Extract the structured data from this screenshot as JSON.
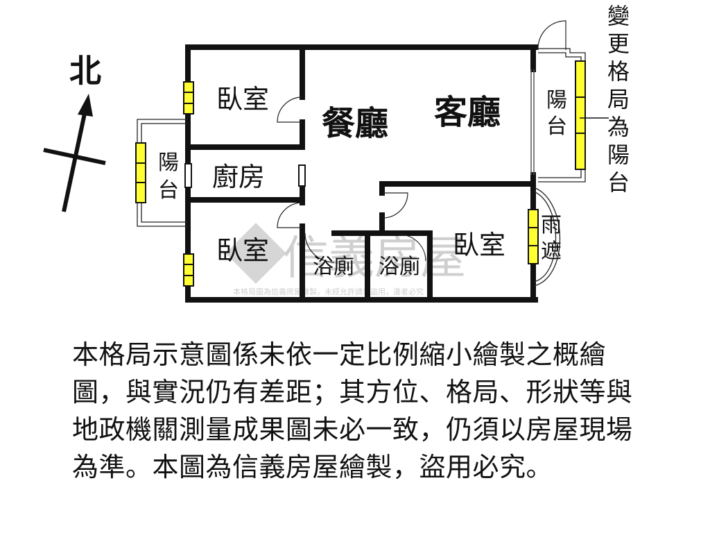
{
  "compass": {
    "north_label": "北"
  },
  "rooms": {
    "bedroom_nw": "臥室",
    "dining": "餐廳",
    "living": "客廳",
    "balcony_east": [
      "陽",
      "台"
    ],
    "balcony_west": [
      "陽",
      "台"
    ],
    "kitchen": "廚房",
    "bedroom_sw": "臥室",
    "bath_1": "浴廁",
    "bath_2": "浴廁",
    "bedroom_se": "臥室",
    "rain_shelter": [
      "雨",
      "遮"
    ]
  },
  "annotation_side": [
    "變",
    "更",
    "格",
    "局",
    "為",
    "陽",
    "台"
  ],
  "watermark": {
    "brand": "信義房屋",
    "caption": "本格局圖為信義房屋繪製，未經允許請勿盜用，違者必究"
  },
  "disclaimer": "本格局示意圖係未依一定比例縮小繪製之概繪圖，與實況仍有差距；其方位、格局、形狀等與地政機關測量成果圖未必一致，仍須以房屋現場為準。本圖為信義房屋繪製，盜用必究。",
  "colors": {
    "wall": "#111111",
    "window": "#ffff33",
    "watermark": "#cfcfcf"
  }
}
